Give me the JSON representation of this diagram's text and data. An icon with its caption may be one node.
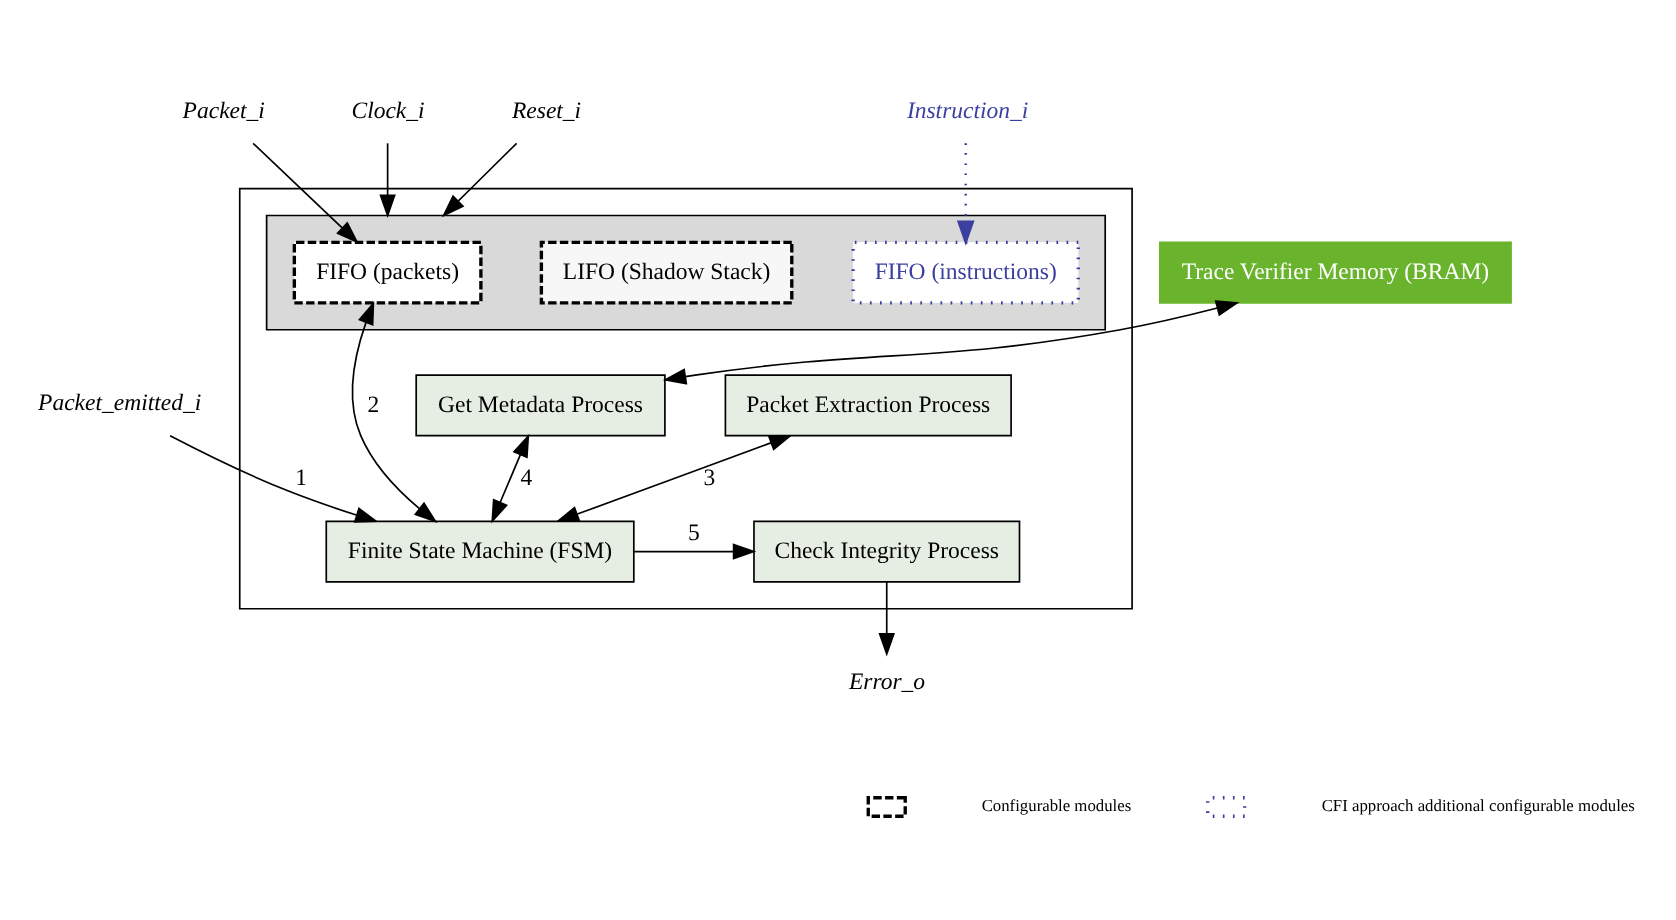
{
  "diagram": {
    "nodes": [
      {
        "text": [],
        "shape": "box"
      },
      {
        "text": [],
        "shape": "box",
        "in": 0
      },
      {
        "text": [
          "FIFO (packets)"
        ],
        "in": 1
      },
      {
        "text": [
          "LIFO (Shadow Stack)"
        ],
        "in": 1
      },
      {
        "text": [
          "FIFO (instructions)"
        ],
        "in": 1
      },
      {
        "text": [
          "Get Metadata Process"
        ],
        "in": 0
      },
      {
        "text": [
          "Packet Extraction Process"
        ],
        "in": 0
      },
      {
        "text": [
          "Finite State Machine (FSM)"
        ],
        "in": 0
      },
      {
        "text": [
          "Check Integrity Process"
        ],
        "in": 0
      },
      {
        "text": [
          "Trace Verifier Memory (BRAM)"
        ]
      },
      {
        "text": [
          "Reset_i"
        ]
      },
      {
        "text": [
          "Clock_i"
        ]
      },
      {
        "text": [
          "Instruction_i"
        ]
      },
      {
        "text": [
          "Packet_i"
        ]
      },
      {
        "text": [
          "Packet_emitted_i"
        ]
      },
      {
        "text": [
          "Error_o"
        ]
      }
    ],
    "edges": [
      {
        "from": 10,
        "to": 1,
        "arrow": "to"
      },
      {
        "from": 11,
        "to": 1,
        "arrow": "to"
      },
      {
        "from": 12,
        "to": 4,
        "arrow": "to",
        "style": "dashed",
        "color": "#3a3fa0"
      },
      {
        "from": 13,
        "to": 2,
        "arrow": "to"
      },
      {
        "from": 7,
        "to": 2,
        "arrow": "both",
        "label": "2"
      },
      {
        "from": 9,
        "to": 5,
        "arrow": "both"
      },
      {
        "from": 5,
        "to": 7,
        "arrow": "both",
        "label": "4"
      },
      {
        "from": 7,
        "to": 6,
        "arrow": "both",
        "label": "3"
      },
      {
        "from": 14,
        "to": 7,
        "arrow": "to",
        "label": "1"
      },
      {
        "from": 7,
        "to": 8,
        "arrow": "to",
        "label": "5"
      },
      {
        "from": 8,
        "to": 15,
        "arrow": "to"
      }
    ],
    "legend": [
      {
        "text": "Configurable modules"
      },
      {
        "text": "CFI approach additional configurable modules"
      }
    ]
  }
}
